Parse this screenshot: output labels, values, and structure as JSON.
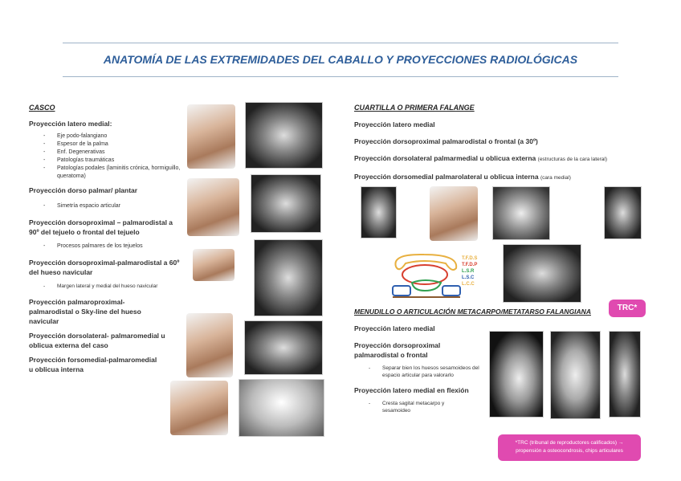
{
  "title": "ANATOMÍA DE LAS EXTREMIDADES DEL CABALLO Y PROYECCIONES RADIOLÓGICAS",
  "casco": {
    "heading": "CASCO",
    "p1": "Proyección latero medial:",
    "p1_items": [
      "Eje podo-falangiano",
      "Espesor de la palma",
      "Enf. Degenerativas",
      "Patologías traumáticas",
      "Patologías podales (laminitis crónica, hormiguillo, queratoma)"
    ],
    "p2": "Proyección dorso palmar/ plantar",
    "p2_items": [
      "Simetría espacio articular"
    ],
    "p3": "Proyección dorsoproximal – palmarodistal a 90º del tejuelo o frontal del tejuelo",
    "p3_items": [
      "Procesos palmares de los tejuelos"
    ],
    "p4": "Proyección dorsoproximal-palmarodistal a 60º del hueso navicular",
    "p4_items": [
      "Margen lateral y medial del hueso navicular"
    ],
    "p5": "Proyección palmaroproximal-palmarodistal o Sky-line del hueso navicular",
    "p6": "Proyección dorsolateral- palmaromedial u oblicua externa del caso",
    "p7": "Proyección forsomedial-palmaromedial u oblicua interna"
  },
  "cuartilla": {
    "heading": "CUARTILLA O PRIMERA FALANGE",
    "p1": "Proyección latero medial",
    "p2": "Proyección dorsoproximal palmarodistal o frontal (a 30º)",
    "p3": "Proyección dorsolateral palmarmedial u oblicua externa",
    "p3_note": "(estructuras de la cara lateral)",
    "p4": "Proyección dorsomedial palmarolateral u oblicua interna",
    "p4_note": "(cara medial)",
    "diagram_labels": [
      "T.F.D.S",
      "T.F.D.P",
      "L.S.R",
      "L.S.C",
      "L.C.C"
    ],
    "diagram_colors": [
      "#e8b040",
      "#d84030",
      "#30a050",
      "#3060b0",
      "#e8b040"
    ]
  },
  "menudillo": {
    "heading": "MENUDILLO O ARTICULACIÓN METACARPO/METATARSO FALANGIANA",
    "p1": "Proyección latero medial",
    "p2": "Proyección dorsoproximal palmarodistal o frontal",
    "p2_items": [
      "Separar bien los huesos sesamoideos del espacio articular para valorarlo"
    ],
    "p3": "Proyección latero medial en flexión",
    "p3_items": [
      "Cresta sagital metacarpo y sesamoideo"
    ]
  },
  "trc": {
    "badge": "TRC*",
    "note": "*TRC (tribunal de reproductores calificados) → propensión a osteocondrosis, chips articulares",
    "color": "#e04ab0"
  }
}
